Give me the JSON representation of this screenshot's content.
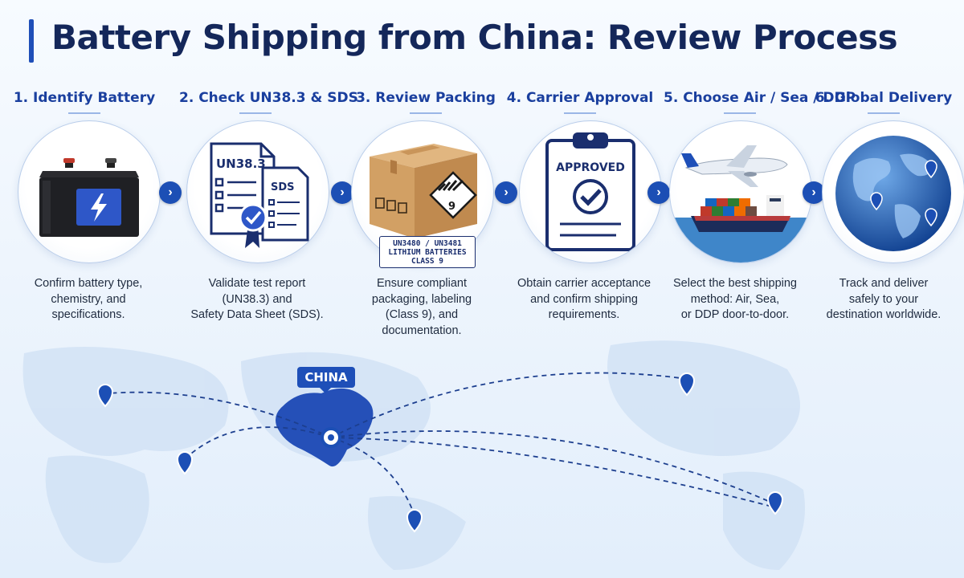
{
  "title": "Battery Shipping from China: Review Process",
  "steps": [
    {
      "title": "1. Identify Battery",
      "desc": "Confirm battery type,\nchemistry, and\nspecifications."
    },
    {
      "title": "2. Check UN38.3 & SDS",
      "desc": "Validate test report\n(UN38.3) and\nSafety Data Sheet (SDS)."
    },
    {
      "title": "3. Review Packing",
      "desc": "Ensure compliant\npackaging, labeling\n(Class 9), and\ndocumentation."
    },
    {
      "title": "4. Carrier Approval",
      "desc": "Obtain carrier acceptance\nand confirm shipping\nrequirements."
    },
    {
      "title": "5. Choose Air / Sea / DDP",
      "desc": "Select the best shipping\nmethod: Air, Sea,\nor DDP door-to-door."
    },
    {
      "title": "6. Global Delivery",
      "desc": "Track and deliver\nsafely to your\ndestination worldwide."
    }
  ],
  "icons": {
    "doc_un": "UN38.3",
    "doc_sds": "SDS",
    "hazard_class": "9",
    "approved": "APPROVED"
  },
  "un_label": {
    "line1": "UN3480 / UN3481",
    "line2": "LITHIUM BATTERIES",
    "line3": "CLASS 9"
  },
  "map": {
    "origin_label": "CHINA"
  },
  "colors": {
    "accent": "#1c4fb5",
    "title": "#14275a",
    "step_title": "#1a3f9e"
  }
}
